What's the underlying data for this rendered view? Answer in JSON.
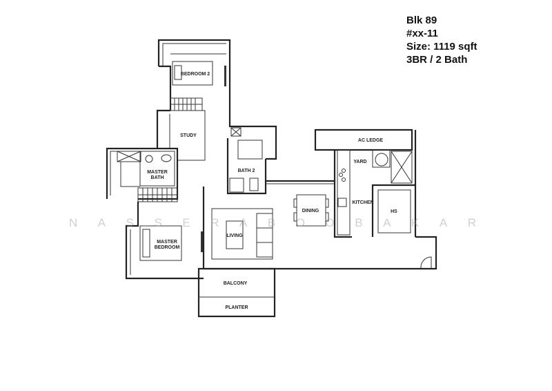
{
  "listing": {
    "block": "Blk 89",
    "unit": "#xx-11",
    "size": "Size: 1119 sqft",
    "layout": "3BR / 2 Bath"
  },
  "rooms": {
    "bedroom2": "BEDROOM 2",
    "study": "STUDY",
    "master_bath": [
      "MASTER",
      "BATH"
    ],
    "bath2": "BATH 2",
    "master_bedroom": [
      "MASTER",
      "BEDROOM"
    ],
    "living": "LIVING",
    "dining": "DINING",
    "kitchen": "KITCHEN",
    "yard": "YARD",
    "ac_ledge": "AC LEDGE",
    "hs": "HS",
    "balcony": "BALCONY",
    "planter": "PLANTER"
  },
  "watermark": [
    "N",
    "A",
    "S",
    "S",
    "E",
    "R",
    "A",
    "B",
    "O",
    "O",
    "B",
    "A",
    "K",
    "A",
    "R"
  ]
}
